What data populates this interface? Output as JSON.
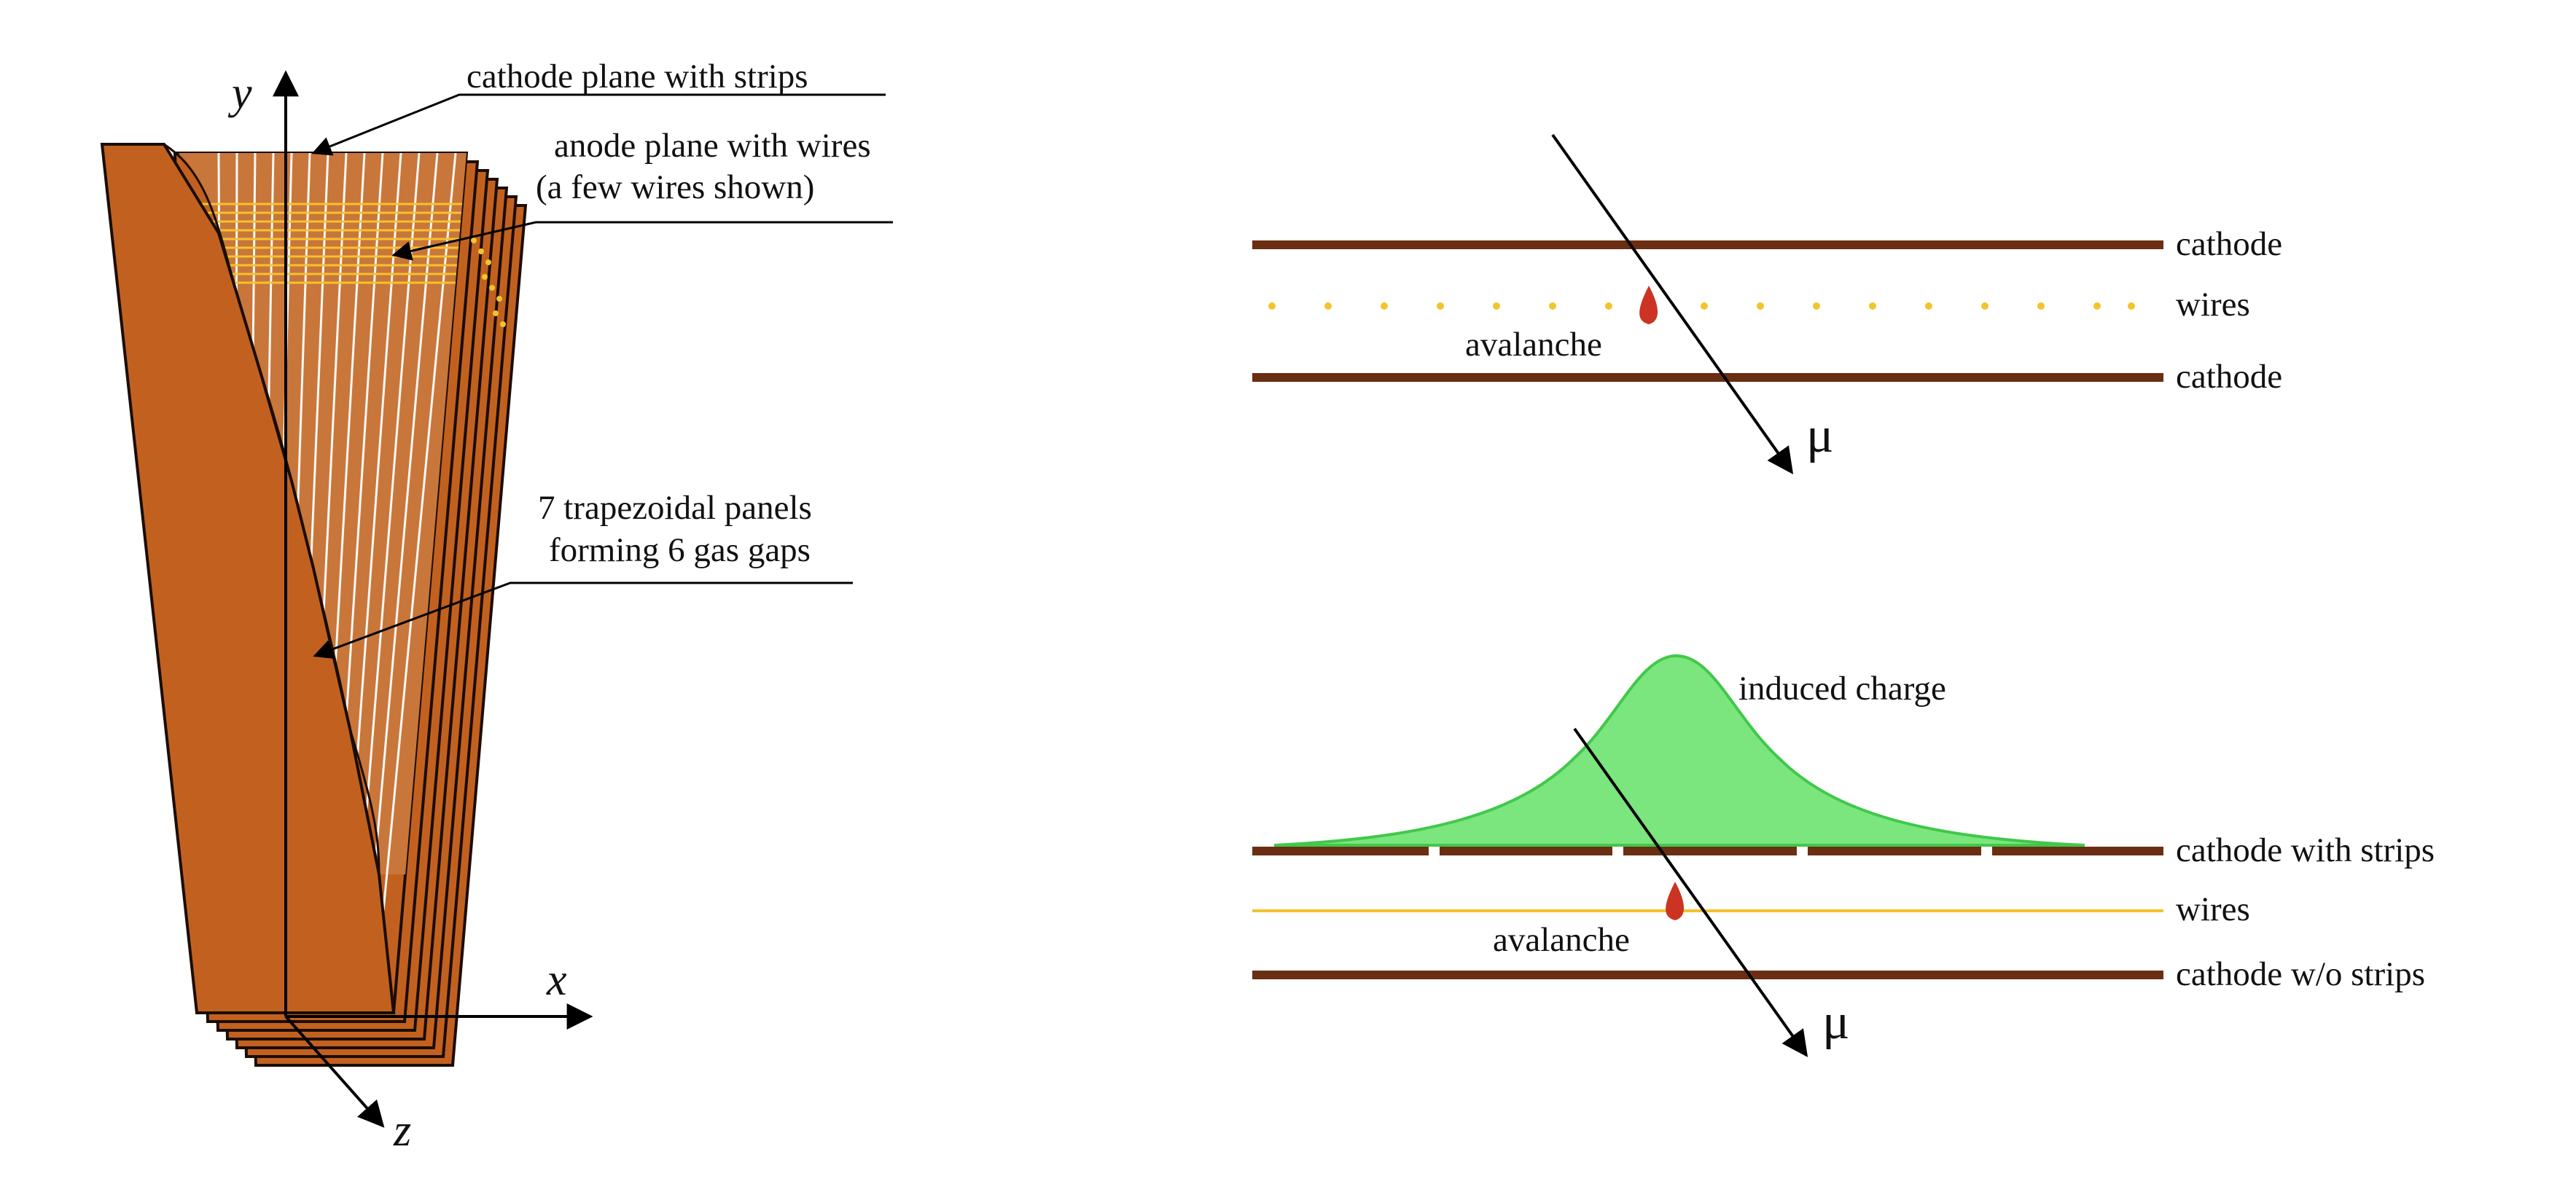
{
  "colors": {
    "panel_face": "#c2611f",
    "panel_edge": "#1a0d05",
    "wire": "#f3c32c",
    "cathode": "#6b2e12",
    "avalanche": "#cc3322",
    "induced_charge": "#7be57e",
    "induced_charge_edge": "#41c84a"
  },
  "left_diagram": {
    "axes": {
      "y": "y",
      "x": "x",
      "z": "z"
    },
    "labels": {
      "cathode_plane": "cathode plane with strips",
      "anode_plane_1": "anode plane with wires",
      "anode_plane_2": "(a few wires shown)",
      "panels_1": "7 trapezoidal panels",
      "panels_2": "forming 6 gas gaps"
    }
  },
  "top_right": {
    "cathode_top": "cathode",
    "wires": "wires",
    "cathode_bottom": "cathode",
    "avalanche": "avalanche",
    "particle": "μ"
  },
  "bottom_right": {
    "induced_charge": "induced charge",
    "cathode_strips": "cathode with strips",
    "wires": "wires",
    "cathode_no_strips": "cathode w/o strips",
    "avalanche": "avalanche",
    "particle": "μ"
  }
}
